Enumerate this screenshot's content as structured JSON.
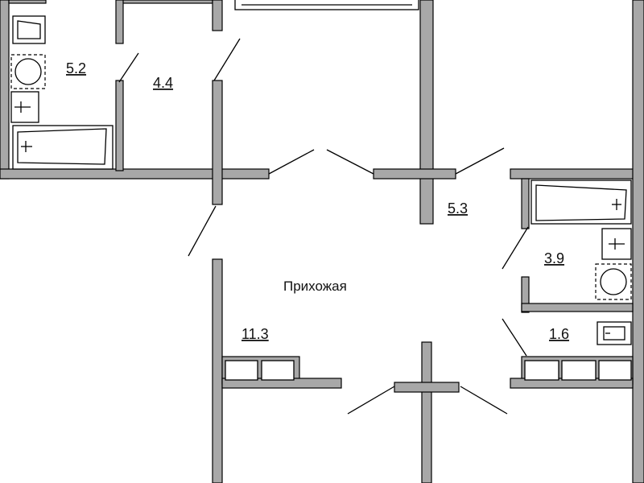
{
  "rooms": [
    {
      "id": "bathroom-top-left",
      "area": "5.2"
    },
    {
      "id": "toilet-top",
      "area": "4.4"
    },
    {
      "id": "corridor",
      "area": "5.3"
    },
    {
      "id": "bathroom-right",
      "area": "3.9"
    },
    {
      "id": "hallway",
      "name": "Прихожая"
    },
    {
      "id": "room-left",
      "area": "11.3"
    },
    {
      "id": "wc-right",
      "area": "1.6"
    }
  ],
  "colors": {
    "wall": "#a8a8a8",
    "line": "#000000",
    "background": "#ffffff"
  }
}
